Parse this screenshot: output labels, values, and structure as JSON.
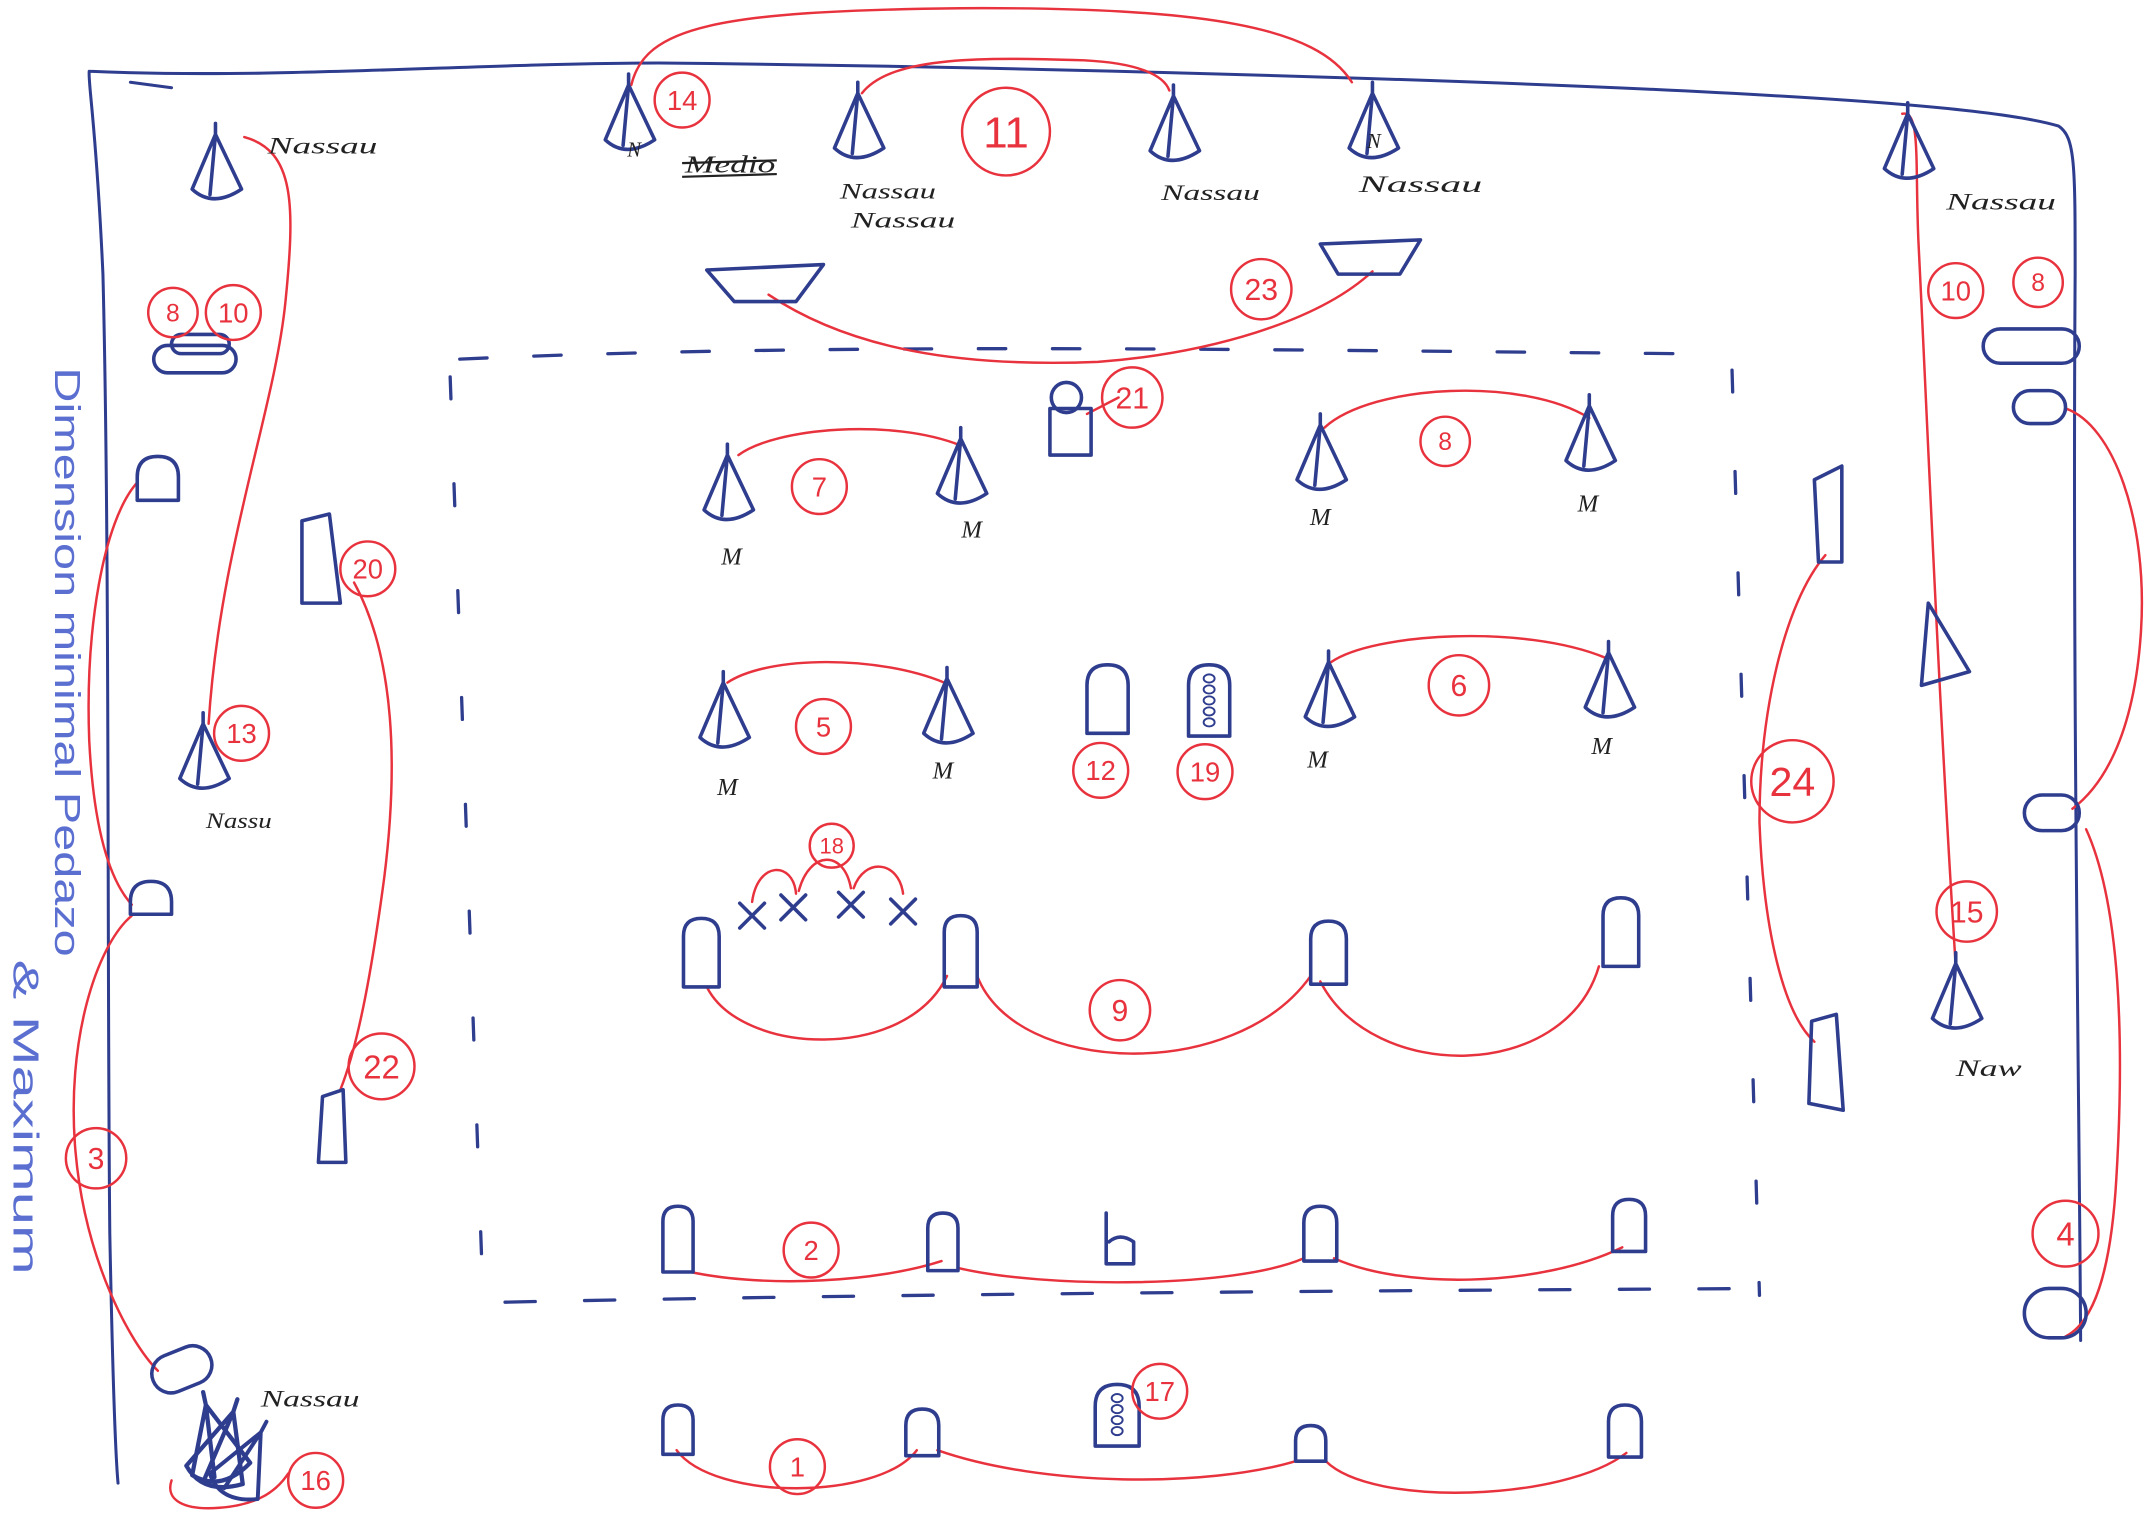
{
  "colors": {
    "paper": "#ffffff",
    "blue_ink": "#2f3d8f",
    "red_ink": "#e8323d",
    "black_ink": "#222222",
    "note_ink": "#5b6fd1"
  },
  "labels": {
    "top_left": "Nassau",
    "medio": "Medio",
    "top_second_a": "Nassau",
    "top_second_b": "Nassau",
    "top_third": "Nassau",
    "top_fourth": "Nassau",
    "top_right": "Nassau",
    "left_middle": "Nassu",
    "right_middle": "Naw",
    "bottom_left": "Nassau",
    "n_top_left": "N",
    "n_top_right": "N"
  },
  "m_labels": [
    "M",
    "M",
    "M",
    "M",
    "M",
    "M",
    "M",
    "M"
  ],
  "side_note": {
    "line1": "Dimension minimal Pedazo",
    "line2": "& Maximum"
  },
  "circuit_numbers": [
    "14",
    "11",
    "23",
    "21",
    "7",
    "8",
    "5",
    "6",
    "12",
    "19",
    "18",
    "9",
    "2",
    "1",
    "17",
    "8",
    "10",
    "10",
    "8",
    "20",
    "13",
    "22",
    "3",
    "16",
    "24",
    "15",
    "4"
  ]
}
